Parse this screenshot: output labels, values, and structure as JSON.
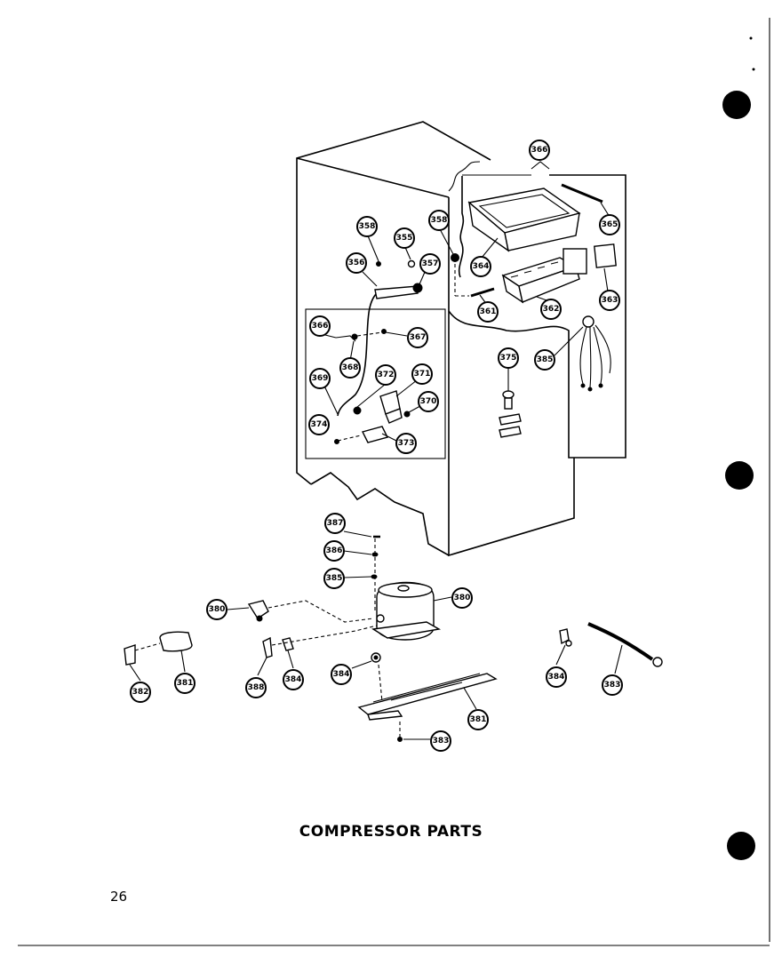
{
  "title": "COMPRESSOR PARTS",
  "page_number": "26",
  "callouts": {
    "c366_top": "366",
    "c358_a": "358",
    "c355": "355",
    "c358_b": "358",
    "c356": "356",
    "c357": "357",
    "c364": "364",
    "c365_right": "365",
    "c363_right": "363",
    "c361": "361",
    "c362": "362",
    "c366_left": "366",
    "c367": "367",
    "c368": "368",
    "c369": "369",
    "c372": "372",
    "c371": "371",
    "c370": "370",
    "c374": "374",
    "c373": "373",
    "c375": "375",
    "c385_harness": "385",
    "c387": "387",
    "c386": "386",
    "c385_grommet": "385",
    "c380_left": "380",
    "c380_comp": "380",
    "c382": "382",
    "c381_left": "381",
    "c388": "388",
    "c384_a": "384",
    "c384_b": "384",
    "c381_base": "381",
    "c383_bottom": "383",
    "c384_right": "384",
    "c383_right": "383"
  }
}
